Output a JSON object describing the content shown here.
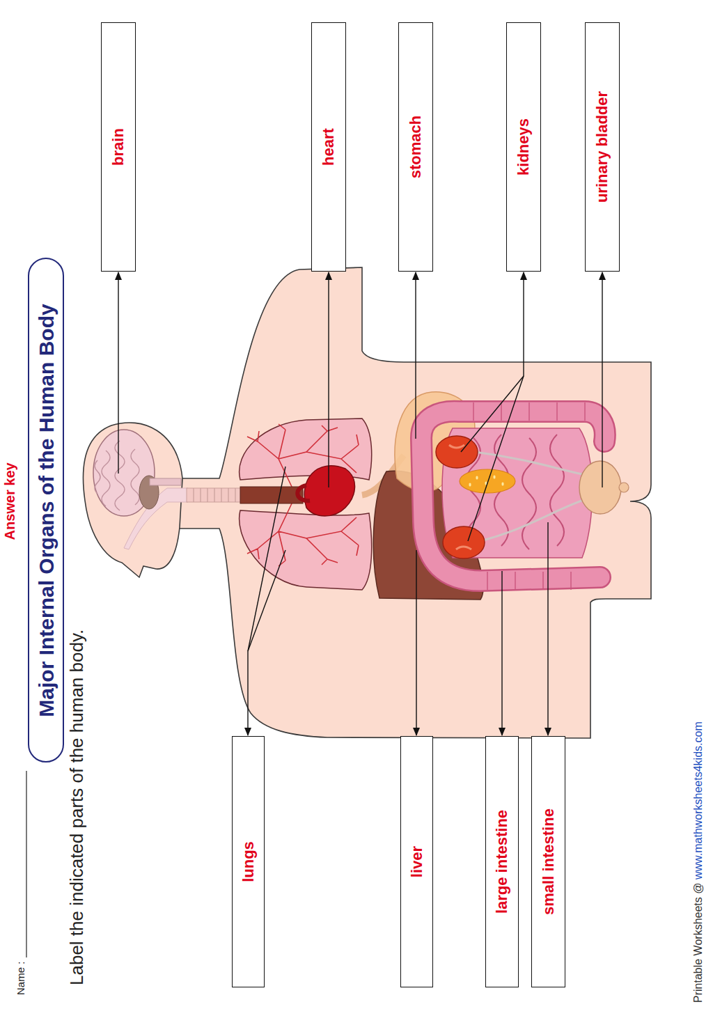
{
  "diagram": {
    "title": "Major Internal Organs of the Human Body",
    "nodes": [
      {
        "text": [
          "brain"
        ]
      },
      {
        "text": [
          "lungs"
        ]
      },
      {
        "text": [
          "heart"
        ]
      },
      {
        "text": [
          "liver"
        ]
      },
      {
        "text": [
          "stomach"
        ]
      },
      {
        "text": [
          "large intestine"
        ]
      },
      {
        "text": [
          "kidneys"
        ]
      },
      {
        "text": [
          "small intestine"
        ]
      },
      {
        "text": [
          "urinary bladder"
        ]
      }
    ],
    "labels": [
      "Answer key",
      "Name :",
      "Label the indicated parts of the human body.",
      "Printable Worksheets @",
      "www.mathworksheets4kids.com"
    ]
  }
}
